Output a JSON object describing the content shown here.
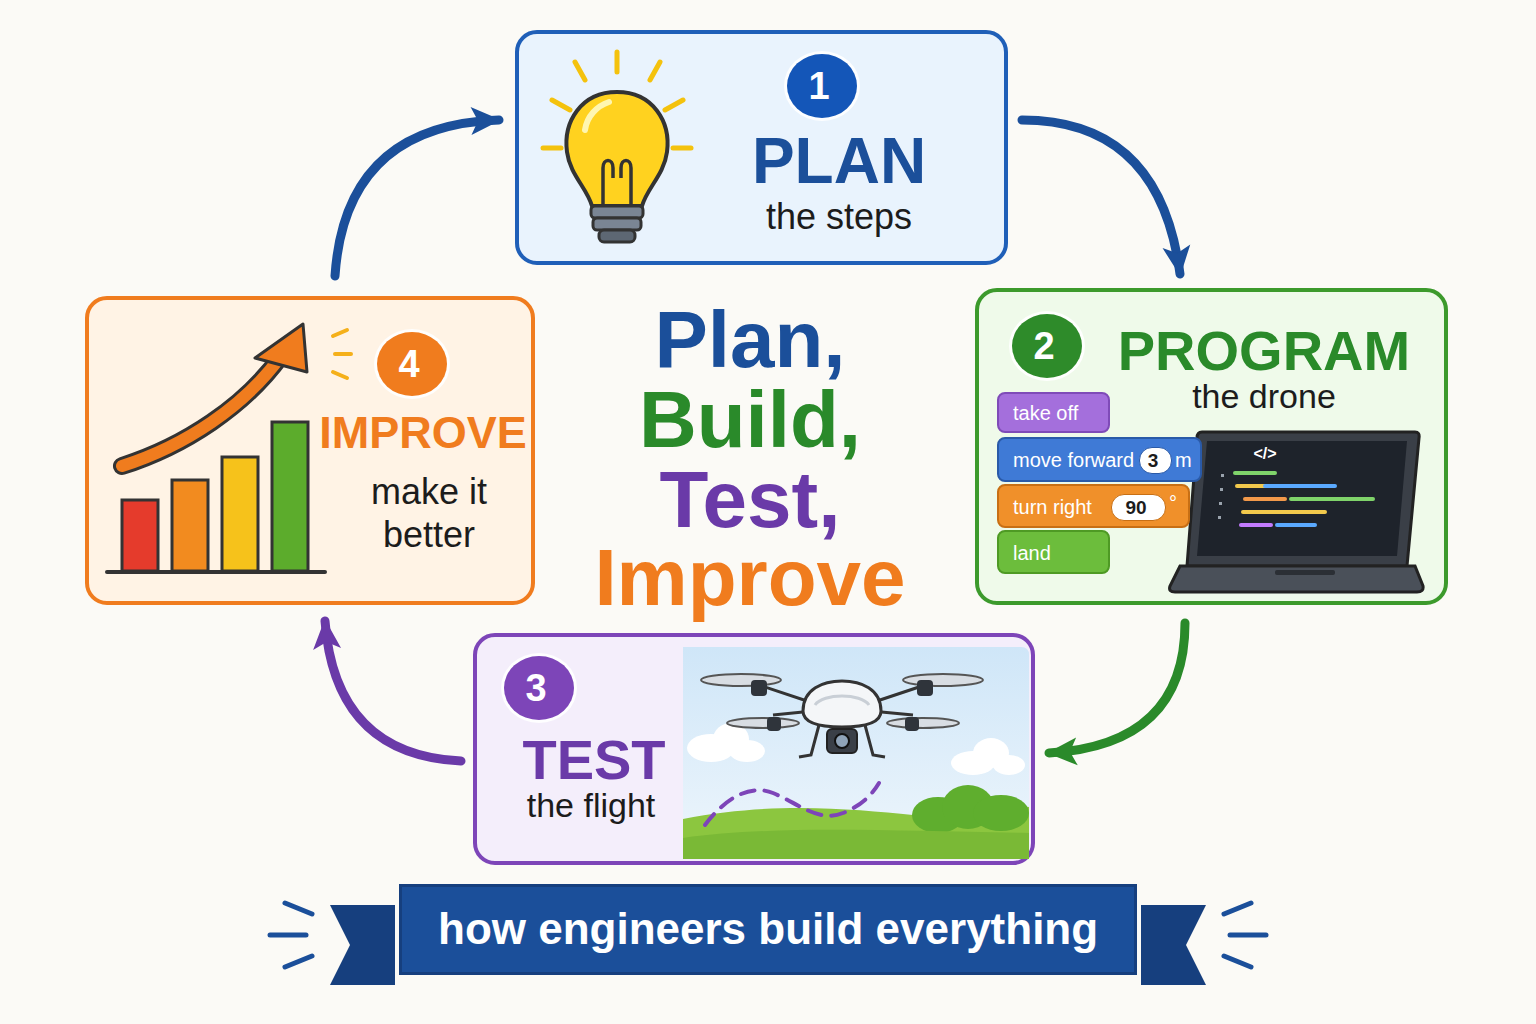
{
  "diagram": {
    "caption": "how engineers build everything",
    "nodes": [
      {
        "text": [
          "PLAN",
          "the steps"
        ]
      },
      {
        "text": [
          "1"
        ],
        "in": 0
      },
      {
        "text": [
          "PROGRAM",
          "the drone"
        ]
      },
      {
        "text": [
          "2"
        ],
        "in": 2
      },
      {
        "text": [
          "take off"
        ],
        "in": 2
      },
      {
        "text": [
          "move forward",
          "m"
        ],
        "in": 2
      },
      {
        "text": [
          "3"
        ],
        "in": 5
      },
      {
        "text": [
          "turn right",
          "°"
        ],
        "in": 2
      },
      {
        "text": [
          "90"
        ],
        "in": 7
      },
      {
        "text": [
          "land"
        ],
        "in": 2
      },
      {
        "text": [
          "TEST",
          "the flight"
        ]
      },
      {
        "text": [
          "3"
        ],
        "in": 10
      },
      {
        "text": [
          "IMPROVE",
          "make it better"
        ]
      },
      {
        "text": [
          "4"
        ],
        "in": 12
      }
    ],
    "edges": [
      {
        "from": 0,
        "to": 2,
        "arrow": "to"
      },
      {
        "from": 2,
        "to": 10,
        "arrow": "to"
      },
      {
        "from": 10,
        "to": 12,
        "arrow": "to"
      },
      {
        "from": 12,
        "to": 0,
        "arrow": "to"
      }
    ],
    "labels": [
      "Plan,",
      "Build,",
      "Test,",
      "Improve",
      "</>"
    ]
  }
}
